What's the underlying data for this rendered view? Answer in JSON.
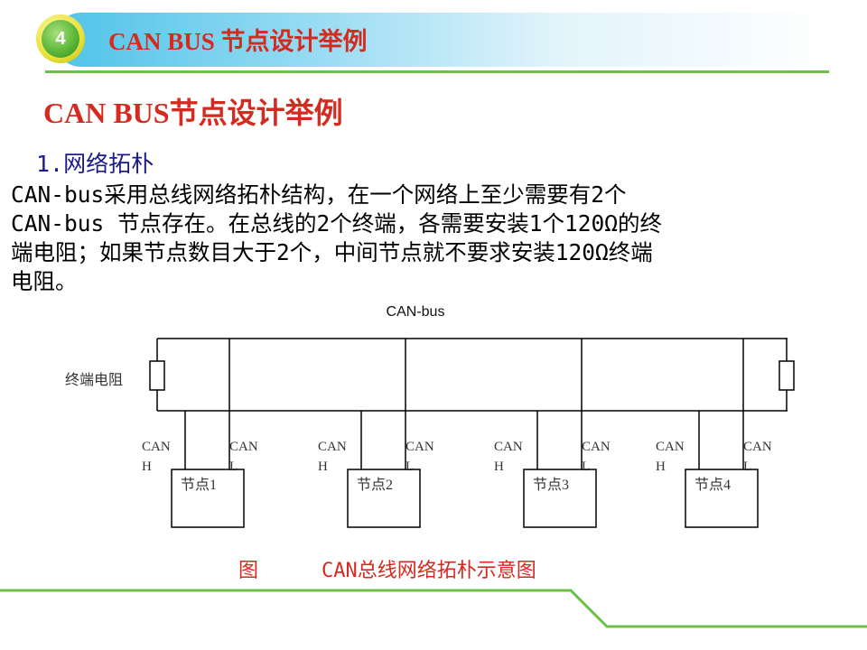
{
  "header": {
    "slide_number": "4",
    "title": "CAN BUS  节点设计举例"
  },
  "page_title": "CAN  BUS节点设计举例",
  "section": {
    "heading": "1.网络拓朴",
    "lines": [
      "   CAN-bus采用总线网络拓朴结构，在一个网络上至少需要有2个",
      "CAN-bus 节点存在。在总线的2个终端，各需要安装1个120Ω的终",
      "端电阻；如果节点数目大于2个，中间节点就不要求安装120Ω终端",
      "电阻。"
    ]
  },
  "diagram": {
    "bus_label": "CAN-bus",
    "terminator_label": "终端电阻",
    "can_h": [
      "CAN",
      "H"
    ],
    "can_l": [
      "CAN",
      "L"
    ],
    "nodes": [
      "节点1",
      "节点2",
      "节点3",
      "节点4"
    ]
  },
  "caption": {
    "prefix": "图",
    "text": "CAN总线网络拓朴示意图"
  },
  "colors": {
    "title_red": "#d42a1f",
    "heading_blue": "#1a1a8c",
    "accent_green": "#6cc04a",
    "header_blue": "#4fc3e8"
  }
}
